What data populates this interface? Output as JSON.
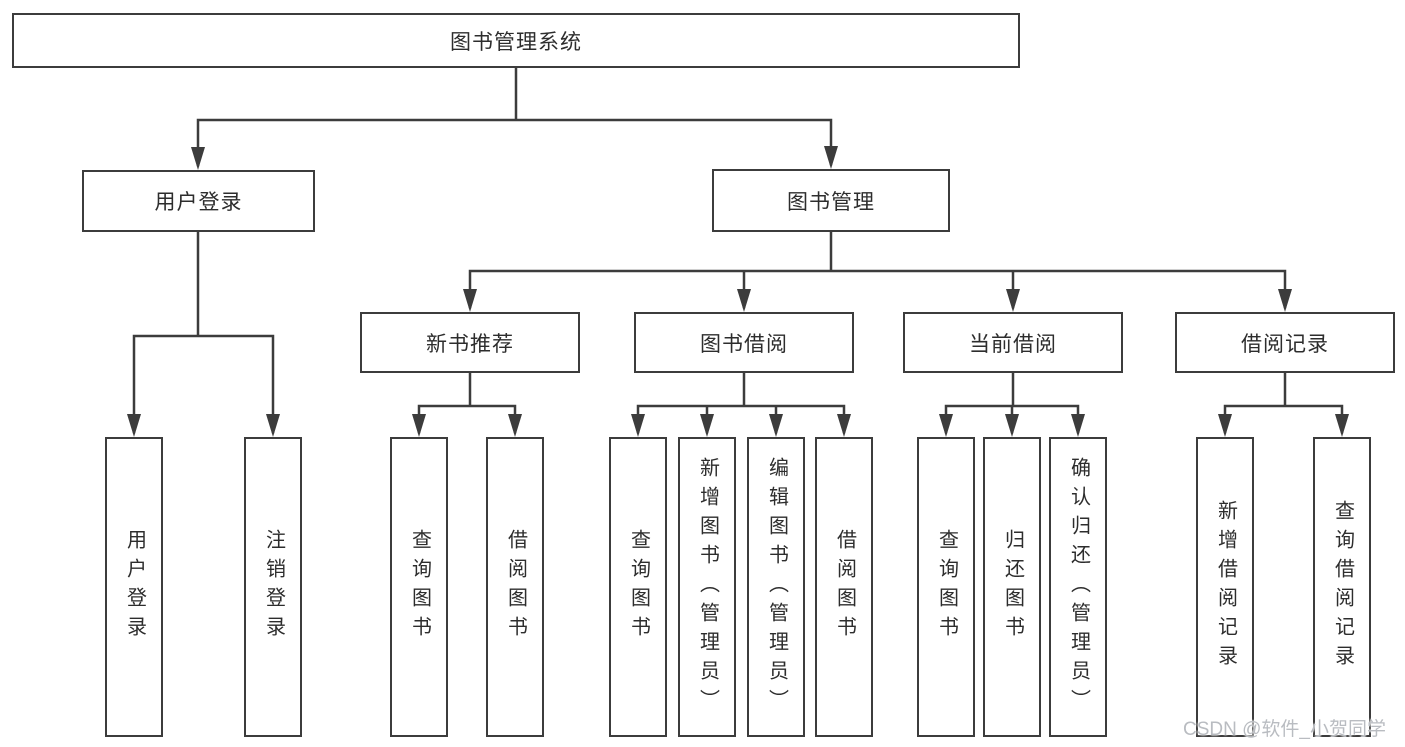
{
  "diagram": {
    "root": "图书管理系统",
    "branches": {
      "user_login": {
        "label": "用户登录",
        "children": [
          "用户登录",
          "注销登录"
        ]
      },
      "book_mgmt": {
        "label": "图书管理",
        "sections": {
          "new_book": {
            "label": "新书推荐",
            "children": [
              "查询图书",
              "借阅图书"
            ]
          },
          "borrowing": {
            "label": "图书借阅",
            "children": [
              "查询图书",
              "新增图书（管理员）",
              "编辑图书（管理员）",
              "借阅图书"
            ]
          },
          "current": {
            "label": "当前借阅",
            "children": [
              "查询图书",
              "归还图书",
              "确认归还（管理员）"
            ]
          },
          "records": {
            "label": "借阅记录",
            "children": [
              "新增借阅记录",
              "查询借阅记录"
            ]
          }
        }
      }
    }
  },
  "watermark": "CSDN @软件_小贺同学",
  "colors": {
    "line": "#3c3c3c",
    "text": "#2d2d2d",
    "watermark": "#b9bcc1",
    "background": "#ffffff"
  }
}
